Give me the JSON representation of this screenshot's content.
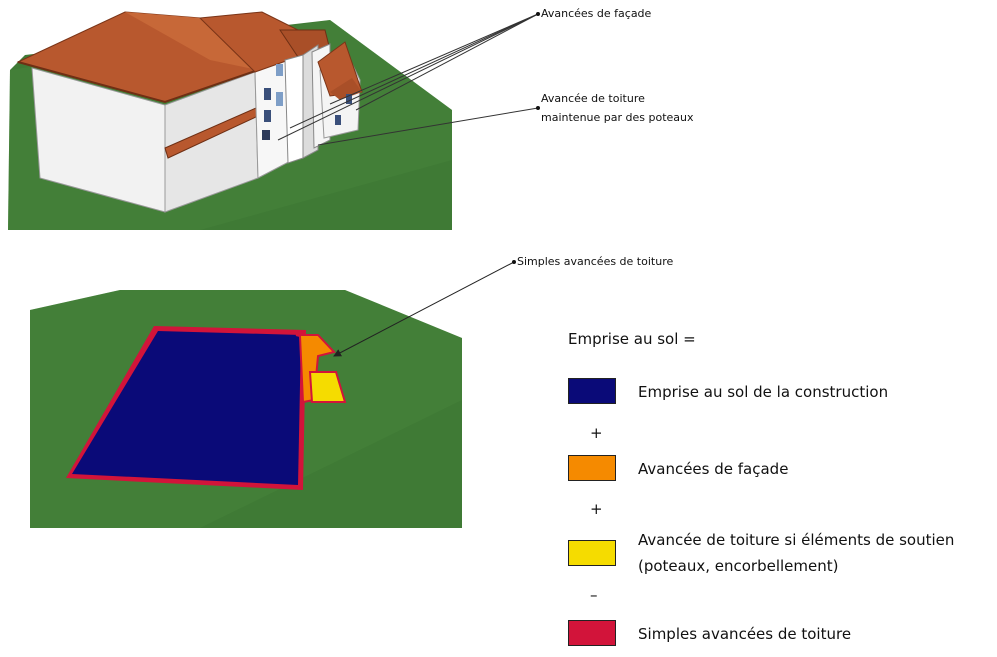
{
  "callouts": {
    "facade": "Avancées de façade",
    "roof_posts_line1": "Avancée de toiture",
    "roof_posts_line2": "maintenue par des poteaux",
    "simple_roof": "Simples avancées de toiture"
  },
  "legend": {
    "title": "Emprise au sol =",
    "items": [
      {
        "label": "Emprise au sol de la construction",
        "color": "#0a0a78"
      },
      {
        "label": "Avancées de façade",
        "color": "#f58a00"
      },
      {
        "label_line1": "Avancée de toiture si éléments de soutien",
        "label_line2": "(poteaux, encorbellement)",
        "color": "#f5dc00"
      },
      {
        "label": "Simples avancées de toiture",
        "color": "#d2143a"
      }
    ],
    "operators": [
      "+",
      "+",
      "–"
    ]
  },
  "colors": {
    "grass": "#3f7a35",
    "roof": "#b8582e",
    "wall": "#f4f4f4"
  },
  "icons": [
    "house-3d-view",
    "footprint-plan-view",
    "arrow-pointer"
  ]
}
